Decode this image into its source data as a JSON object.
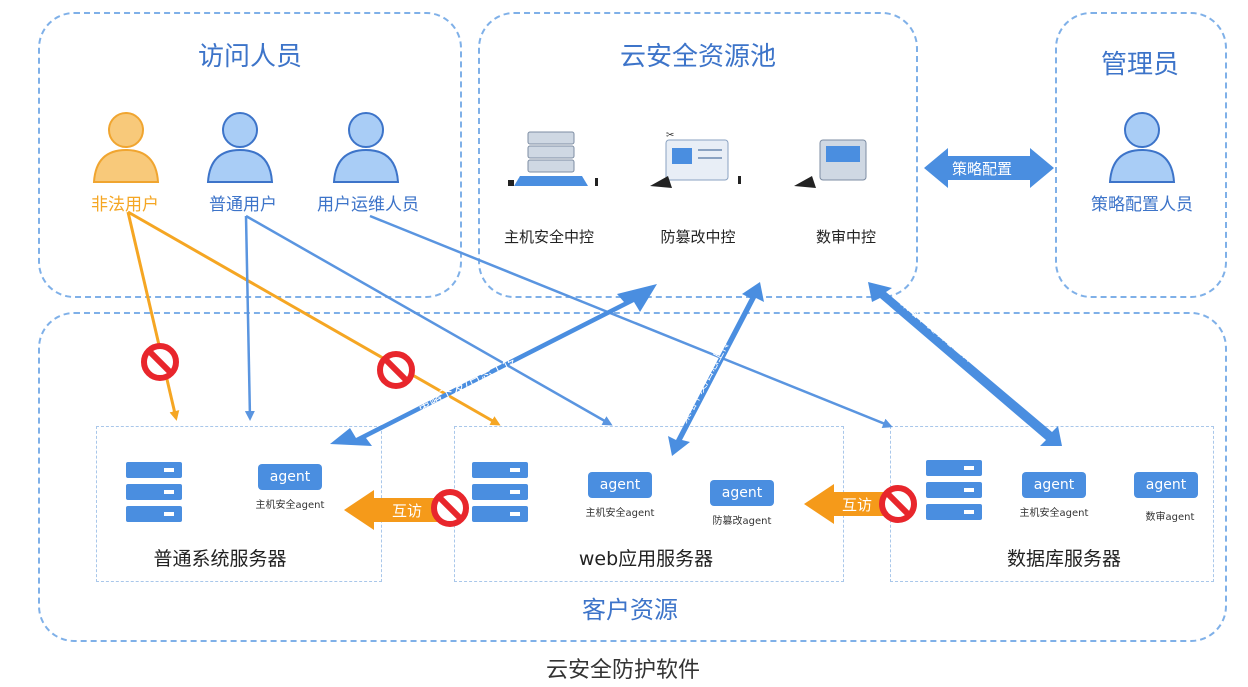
{
  "groups": {
    "visitors": "访问人员",
    "pool": "云安全资源池",
    "admin": "管理员",
    "customer": "客户资源"
  },
  "visitors": {
    "illegal": "非法用户",
    "normal": "普通用户",
    "ops": "用户运维人员"
  },
  "pool": {
    "host_control": "主机安全中控",
    "tamper_control": "防篡改中控",
    "audit_control": "数审中控"
  },
  "admin": {
    "policy_config": "策略配置",
    "policy_person": "策略配置人员"
  },
  "servers": {
    "normal": {
      "name": "普通系统服务器",
      "agents": [
        {
          "chip": "agent",
          "caption": "主机安全agent"
        }
      ]
    },
    "web": {
      "name": "web应用服务器",
      "agents": [
        {
          "chip": "agent",
          "caption": "主机安全agent"
        },
        {
          "chip": "agent",
          "caption": "防篡改agent"
        }
      ]
    },
    "db": {
      "name": "数据库服务器",
      "agents": [
        {
          "chip": "agent",
          "caption": "主机安全agent"
        },
        {
          "chip": "agent",
          "caption": "数审agent"
        }
      ]
    }
  },
  "arrows": {
    "mutual_access_1": "互访",
    "mutual_access_2": "互访",
    "policy_down_1": "策略下发/日志上传",
    "policy_down_2": "策略下发/日志上传",
    "policy_down_3": "策略下发/日志上传"
  },
  "caption": "云安全防护软件",
  "colors": {
    "blue": "#4a8ee0",
    "orange": "#f5a623",
    "border": "#7fb0e8",
    "forbid": "#e8262c"
  }
}
